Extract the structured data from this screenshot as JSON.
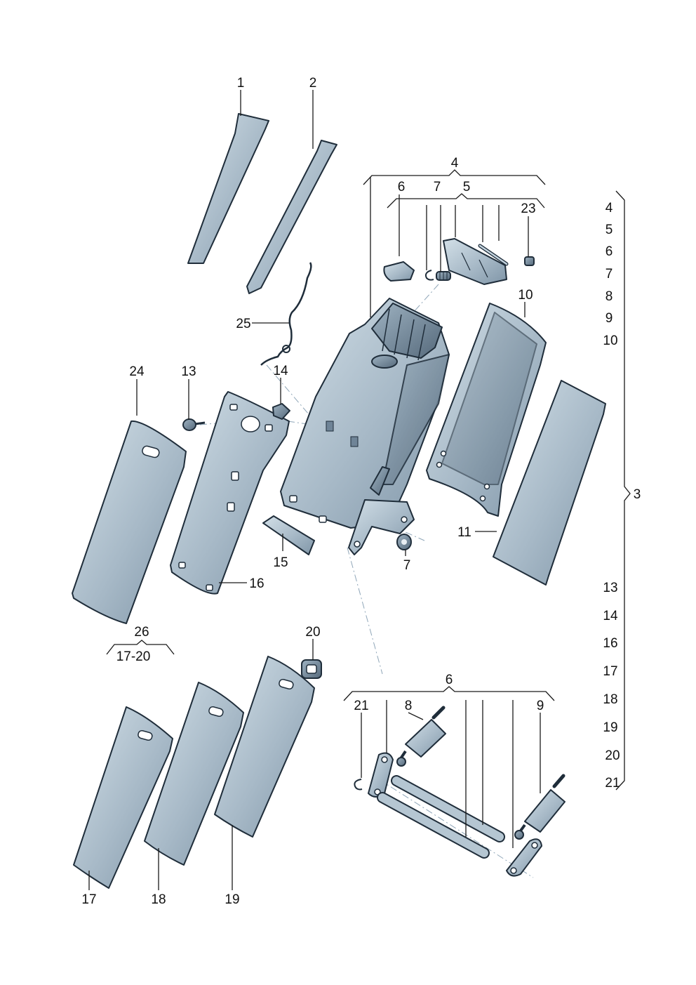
{
  "callouts": {
    "c1": "1",
    "c2": "2",
    "c4_top": "4",
    "c6_top": "6",
    "c7_top": "7",
    "c5": "5",
    "c23": "23",
    "c10": "10",
    "c25": "25",
    "c24": "24",
    "c13": "13",
    "c14": "14",
    "c15": "15",
    "c16": "16",
    "c7_bottom": "7",
    "c11": "11",
    "c26": "26",
    "c17_20": "17-20",
    "c20": "20",
    "c6_lower": "6",
    "c21": "21",
    "c8": "8",
    "c9": "9",
    "c17": "17",
    "c18": "18",
    "c19": "19",
    "c3": "3"
  },
  "legend_group_3": {
    "label": "3",
    "items": [
      "4",
      "5",
      "6",
      "7",
      "8",
      "9",
      "10",
      "13",
      "14",
      "16",
      "17",
      "18",
      "19",
      "20",
      "21"
    ]
  },
  "colors": {
    "part_light": "#c3d3de",
    "part_mid": "#8ea3b4",
    "part_dark": "#5d7488",
    "outline": "#1f2d3a",
    "leader": "#1a1a1a",
    "centerline": "#8fa6b8"
  }
}
